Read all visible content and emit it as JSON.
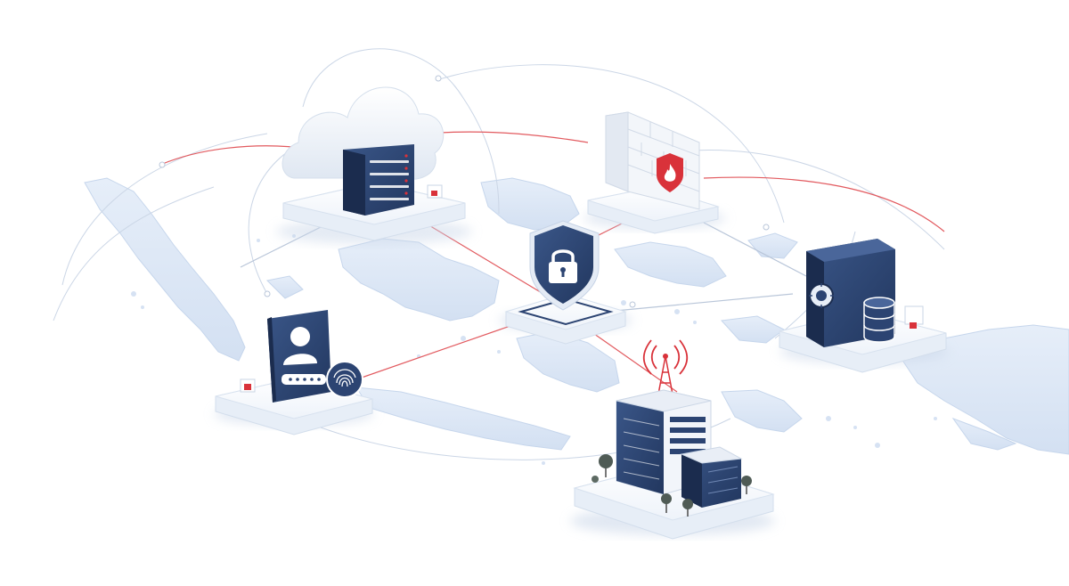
{
  "scene": {
    "background": "#ffffff",
    "map_color": "#dde8f6",
    "map_edge": "#c3d3ea",
    "accent_red": "#d9323a",
    "navy": "#2c4472",
    "navy_dark": "#1f3157",
    "platform": "#f4f7fb",
    "link_red": "#e25a5f",
    "link_grey": "#b9c6d9"
  },
  "nodes": [
    {
      "id": "cloud-server",
      "icon": "cloud-server-icon"
    },
    {
      "id": "firewall",
      "icon": "firewall-icon"
    },
    {
      "id": "security-shield",
      "icon": "padlock-shield-icon"
    },
    {
      "id": "identity-authentication",
      "icon": "user-fingerprint-icon"
    },
    {
      "id": "data-vault",
      "icon": "safe-database-icon"
    },
    {
      "id": "data-center-building",
      "icon": "office-building-antenna-icon"
    }
  ]
}
